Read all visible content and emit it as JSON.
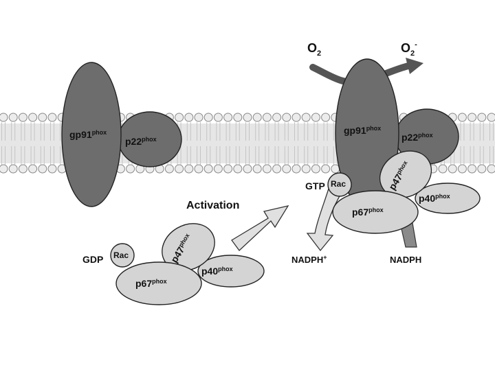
{
  "colors": {
    "dark_protein": "#6d6d6d",
    "light_protein": "#d4d4d4",
    "outline": "#222222",
    "lipid_head": "#ececec",
    "lipid_tail": "#e6e6e6",
    "arrow_fill": "#e0e0e0",
    "text": "#111111"
  },
  "labels": {
    "gp91_name": "gp91",
    "p22_name": "p22",
    "p47_name": "p47",
    "p67_name": "p67",
    "p40_name": "p40",
    "phox_sup": "phox",
    "rac": "Rac",
    "gdp": "GDP",
    "gtp": "GTP",
    "activation": "Activation",
    "o2_base": "O",
    "o2_sub": "2",
    "o2_minus_sup": "-",
    "nadph_plus_base": "NADPH",
    "nadph_plus_sup": "+",
    "nadph": "NADPH"
  }
}
